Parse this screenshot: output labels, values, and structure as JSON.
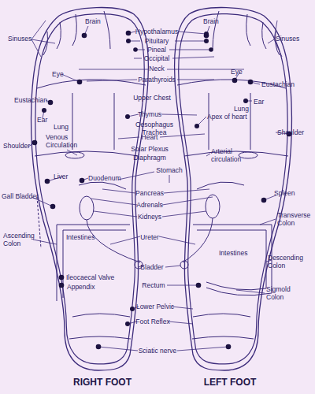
{
  "diagram": {
    "labels": [
      "Brain",
      "Hypothalamus",
      "Brain",
      "Sinuses",
      "Sinuses",
      "Pituitary",
      "Pineal",
      "Occipital",
      "Neck",
      "Eye",
      "Eye",
      "Parathyroids",
      "Eustachian",
      "Eustachian",
      "Upper Chest",
      "Ear",
      "Lung",
      "Thymus",
      "Apex of heart",
      "Ear",
      "Oesophagus",
      "Lung",
      "Trachea",
      "Shoulder",
      "Heart",
      "Venous Circulation",
      "Shoulder",
      "Solar Plexus",
      "Arterial circulation",
      "Diaphragm",
      "Stomach",
      "Liver",
      "Duodenum",
      "Pancreas",
      "Spleen",
      "Gall Bladder",
      "Adrenals",
      "Kidneys",
      "Transverse Colon",
      "Intestines",
      "Ascending Colon",
      "Ureter",
      "Intestines",
      "Descending Colon",
      "Bladder",
      "Ileocaecal Valve",
      "Rectum",
      "Appendix",
      "Sigmold Colon",
      "Lower Pelvic",
      "Foot Reflex",
      "Sciatic nerve",
      "RIGHT FOOT",
      "LEFT FOOT"
    ]
  }
}
